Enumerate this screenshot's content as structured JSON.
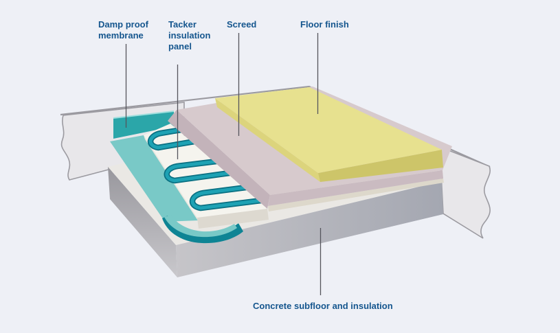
{
  "labels": {
    "damp_proof_membrane": "Damp proof\nmembrane",
    "tacker_insulation_panel": "Tacker\ninsulation\npanel",
    "screed": "Screed",
    "floor_finish": "Floor finish",
    "concrete_subfloor": "Concrete subfloor and insulation"
  },
  "colors": {
    "background": "#eef0f6",
    "label_text": "#15568e",
    "leader_line": "#55555c",
    "back_edge_line": "#9b9aa0",
    "wall": "#e8e7ea",
    "wall_outline": "#9b9aa0",
    "floor_finish_top": "#e7e18f",
    "floor_finish_left": "#dcd47c",
    "floor_finish_right": "#cdc569",
    "screed_top": "#d7cacd",
    "screed_step": "#c3b3ba",
    "screed_front": "#cabbc1",
    "insulation_top": "#f5f4ee",
    "insulation_front": "#ddd9d0",
    "insulation_edge": "#e9e7df",
    "insulation_edge_strip": "#ddd8cb",
    "membrane_dark": "#2ba6a9",
    "membrane_highlight": "#9fdedd",
    "membrane_light": "#79c9c7",
    "membrane_fold": "#0e8494",
    "pipe": "#1ea2b4",
    "pipe_outline": "#0a7082",
    "concrete_top": "#eae8e4"
  }
}
